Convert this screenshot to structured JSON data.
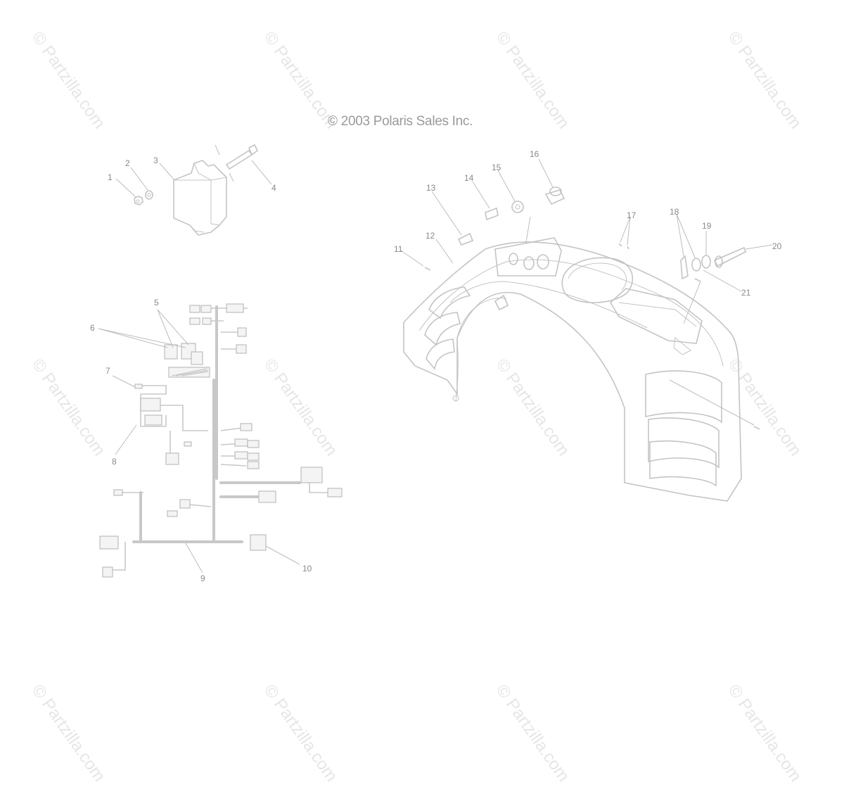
{
  "copyright": "© 2003 Polaris Sales Inc.",
  "watermark": "© Partzilla.com",
  "callouts": [
    "1",
    "2",
    "3",
    "4",
    "5",
    "6",
    "7",
    "8",
    "9",
    "10",
    "11",
    "12",
    "13",
    "14",
    "15",
    "16",
    "17",
    "18",
    "19",
    "20",
    "21"
  ]
}
